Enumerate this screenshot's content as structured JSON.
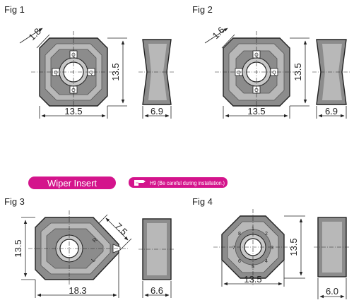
{
  "figures": [
    {
      "label": "Fig 1",
      "chamfer": "1.8",
      "width": "13.5",
      "height": "13.5",
      "thickness": "6.9",
      "marks": [
        "Q",
        "Q",
        "Q",
        "Q"
      ]
    },
    {
      "label": "Fig 2",
      "chamfer": "1.6",
      "width": "13.5",
      "height": "13.5",
      "thickness": "6.9",
      "marks": [
        "Q",
        "Q",
        "Q",
        "Q"
      ]
    },
    {
      "label": "Fig 3",
      "edge": "7.5",
      "width": "18.3",
      "height": "13.5",
      "thickness": "6.6",
      "marks": [
        "R",
        "L"
      ]
    },
    {
      "label": "Fig 4",
      "width": "13.5",
      "height": "13.5",
      "thickness": "6.0",
      "marks": [
        "1",
        "2",
        "3",
        "4",
        "5",
        "6",
        "7",
        "8"
      ]
    }
  ],
  "wiper_badge": "Wiper Insert",
  "note_badge": "H9 (Be careful during installation.)",
  "colors": {
    "insert_fill": "#8c8c8c",
    "edge_band": "#b8b8b8",
    "badge": "#d4148c"
  }
}
